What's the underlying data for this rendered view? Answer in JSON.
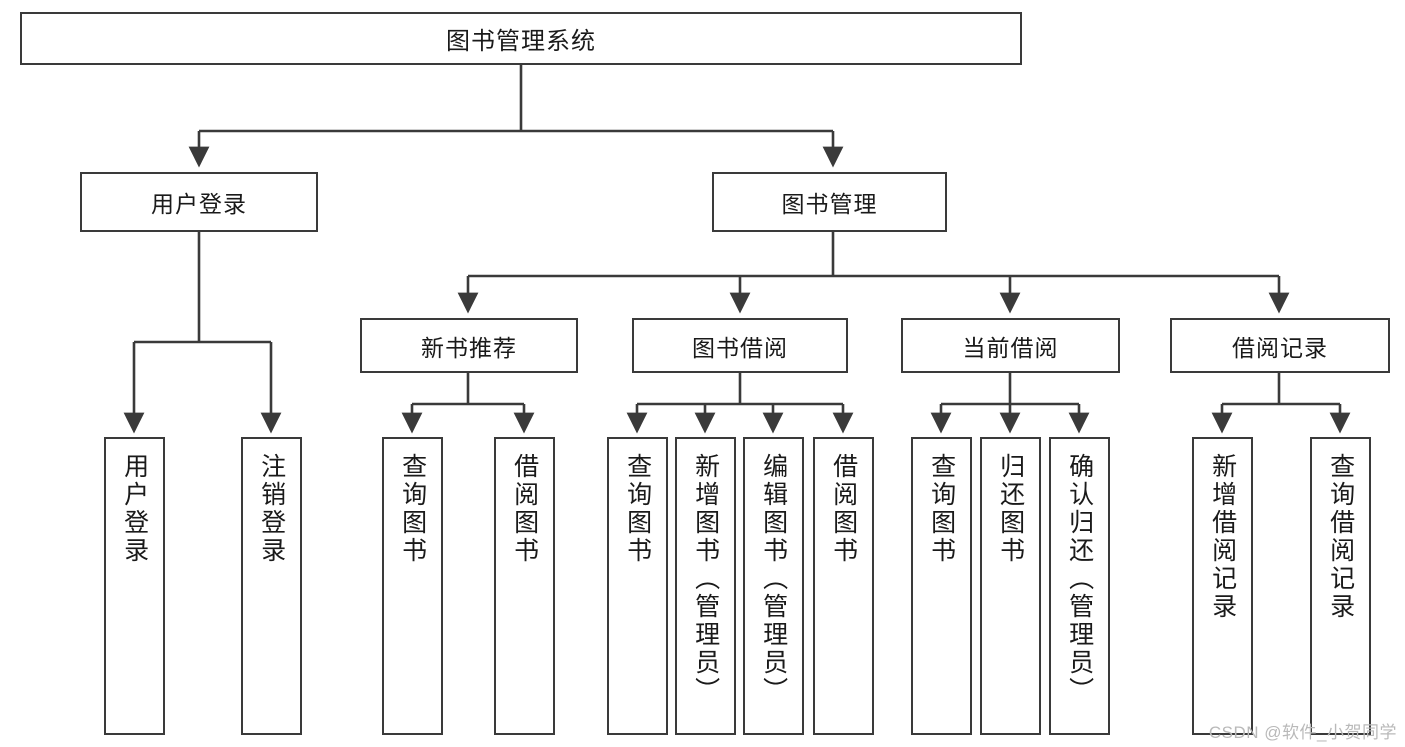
{
  "diagram": {
    "title": "图书管理系统",
    "type": "tree-hierarchy-chart",
    "watermark": "CSDN @软件_小贺同学",
    "colors": {
      "background": "#ffffff",
      "node_border": "#3a3a3a",
      "node_fill": "#ffffff",
      "text": "#1a1a1a",
      "connector": "#3a3a3a",
      "watermark": "#b9b9b9"
    },
    "root": {
      "label": "图书管理系统"
    },
    "level2": [
      {
        "id": "user-login",
        "label": "用户登录"
      },
      {
        "id": "book-manage",
        "label": "图书管理"
      }
    ],
    "level3": [
      {
        "id": "new-book-recommend",
        "label": "新书推荐"
      },
      {
        "id": "book-borrow",
        "label": "图书借阅"
      },
      {
        "id": "current-borrow",
        "label": "当前借阅"
      },
      {
        "id": "borrow-record",
        "label": "借阅记录"
      }
    ],
    "leaves": [
      {
        "id": "leaf-user-login",
        "label": "用户登录",
        "parent": "user-login"
      },
      {
        "id": "leaf-logout-login",
        "label": "注销登录",
        "parent": "user-login"
      },
      {
        "id": "leaf-query-book-1",
        "label": "查询图书",
        "parent": "new-book-recommend"
      },
      {
        "id": "leaf-borrow-book-1",
        "label": "借阅图书",
        "parent": "new-book-recommend"
      },
      {
        "id": "leaf-query-book-2",
        "label": "查询图书",
        "parent": "book-borrow"
      },
      {
        "id": "leaf-add-book",
        "label": "新增图书（管理员）",
        "parent": "book-borrow"
      },
      {
        "id": "leaf-edit-book",
        "label": "编辑图书（管理员）",
        "parent": "book-borrow"
      },
      {
        "id": "leaf-borrow-book-2",
        "label": "借阅图书",
        "parent": "book-borrow"
      },
      {
        "id": "leaf-query-book-3",
        "label": "查询图书",
        "parent": "current-borrow"
      },
      {
        "id": "leaf-return-book",
        "label": "归还图书",
        "parent": "current-borrow"
      },
      {
        "id": "leaf-confirm-return",
        "label": "确认归还（管理员）",
        "parent": "current-borrow"
      },
      {
        "id": "leaf-add-record",
        "label": "新增借阅记录",
        "parent": "borrow-record"
      },
      {
        "id": "leaf-query-record",
        "label": "查询借阅记录",
        "parent": "borrow-record"
      }
    ]
  }
}
